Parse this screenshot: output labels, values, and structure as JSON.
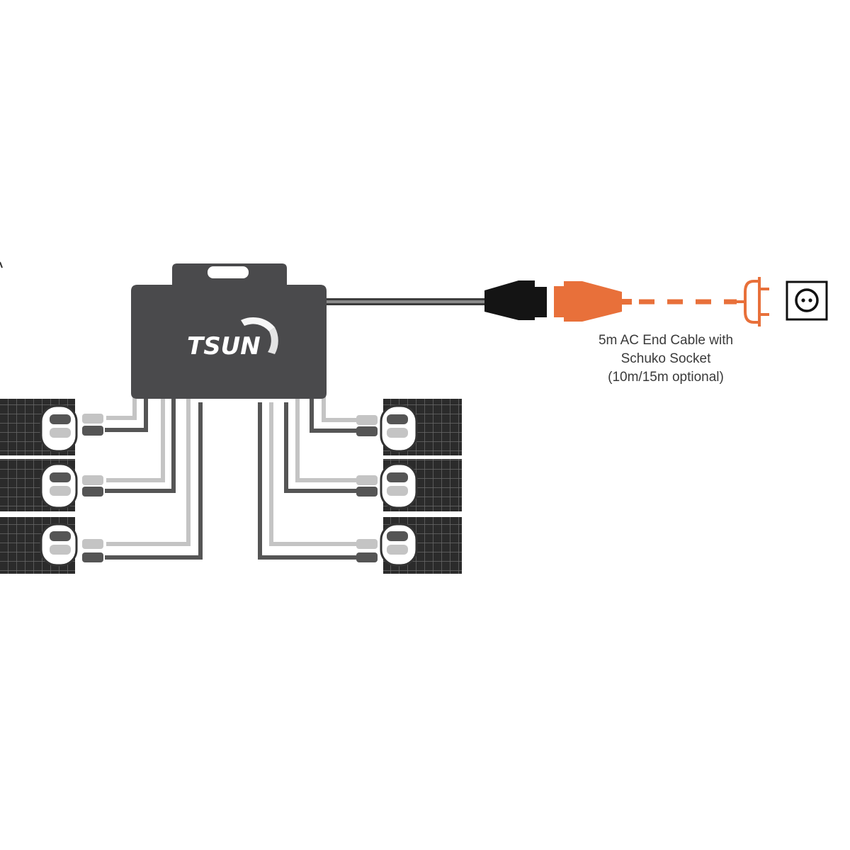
{
  "brand": {
    "logo_text": "TSUN"
  },
  "ac_cable": {
    "caption_lines": [
      "5m AC End Cable with",
      "Schuko Socket",
      "(10m/15m optional)"
    ]
  },
  "colors": {
    "inverter_body": "#4a4a4c",
    "ac_plug_accent": "#e8703a",
    "panel": "#2b2b2b",
    "cable_light": "#bdbdbd",
    "cable_dark": "#555555"
  },
  "icons": [
    "schuko-socket-icon",
    "plug-icon",
    "solar-panel-icon",
    "mc4-connector-icon"
  ]
}
